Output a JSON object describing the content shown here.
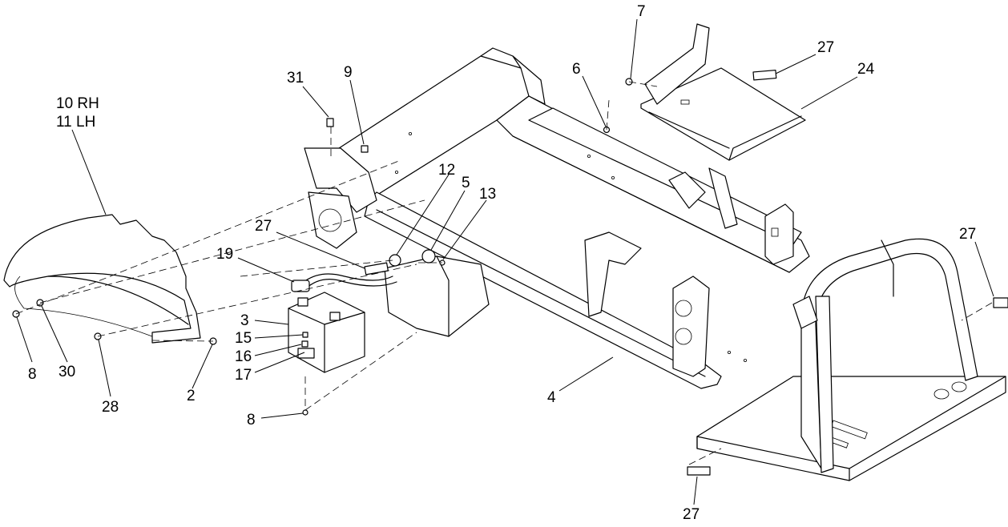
{
  "callouts": {
    "c7": "7",
    "c27a": "27",
    "c24": "24",
    "c6": "6",
    "c31": "31",
    "c9": "9",
    "c10": "10 RH",
    "c11": "11 LH",
    "c12": "12",
    "c5": "5",
    "c13": "13",
    "c27b": "27",
    "c19": "19",
    "c3": "3",
    "c15": "15",
    "c16": "16",
    "c17": "17",
    "c8a": "8",
    "c30": "30",
    "c28": "28",
    "c2": "2",
    "c8b": "8",
    "c4": "4",
    "c27c": "27",
    "c27d": "27"
  }
}
